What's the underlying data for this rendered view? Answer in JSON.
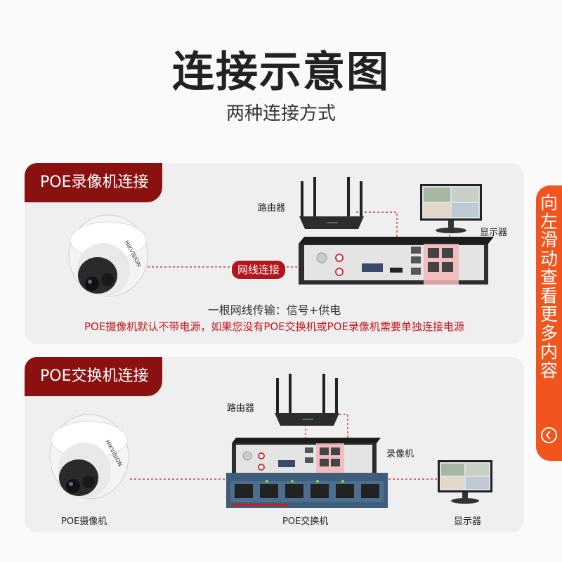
{
  "header": {
    "title": "连接示意图",
    "subtitle": "两种连接方式"
  },
  "colors": {
    "accent": "#8b1111",
    "link": "#c8161e",
    "side": "#f2541d"
  },
  "section1": {
    "tab": "POE录像机连接",
    "router_label": "路由器",
    "monitor_label": "显示器",
    "cable_tag": "网线连接",
    "note": "一根网线传输：信号+供电",
    "warning": "POE摄像机默认不带电源，如果您没有POE交换机或POE录像机需要单独连接电源",
    "camera_brand": "HIKVISION"
  },
  "section2": {
    "tab": "POE交换机连接",
    "router_label": "路由器",
    "nvr_label": "录像机",
    "camera_label": "POE摄像机",
    "switch_label": "POE交换机",
    "monitor_label": "显示器",
    "camera_brand": "HIKVISION"
  },
  "side_tab": {
    "text": "向左滑动查看更多内容",
    "icon": "chevron-left-icon"
  }
}
